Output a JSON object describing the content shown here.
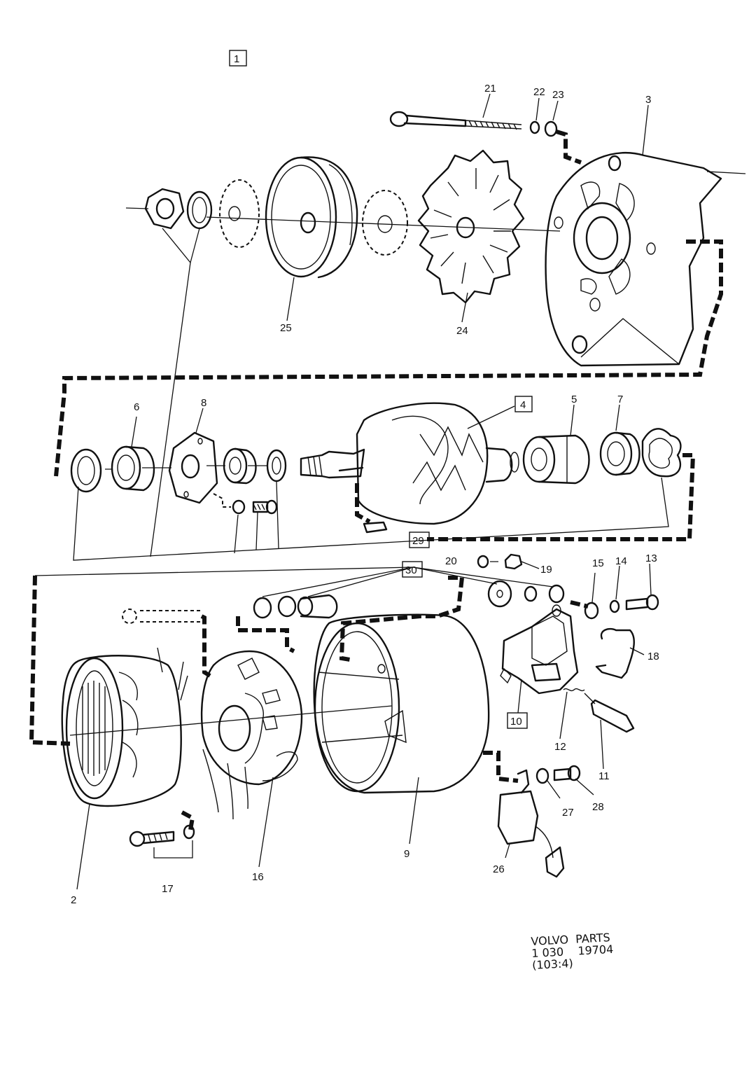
{
  "diagram": {
    "group_label": "1",
    "part_labels": {
      "p2": "2",
      "p3": "3",
      "p5": "5",
      "p6": "6",
      "p7": "7",
      "p8": "8",
      "p9": "9",
      "p11": "11",
      "p12": "12",
      "p13": "13",
      "p14": "14",
      "p15": "15",
      "p16": "16",
      "p17": "17",
      "p18": "18",
      "p19": "19",
      "p20": "20",
      "p21": "21",
      "p22": "22",
      "p23": "23",
      "p24": "24",
      "p25": "25",
      "p26": "26",
      "p27": "27",
      "p28": "28"
    },
    "boxed_labels": {
      "b4": "4",
      "b10": "10",
      "b29": "29",
      "b30": "30"
    }
  },
  "footer": {
    "line1": "VOLVO  PARTS",
    "line2_left": "1 030",
    "line2_right": "19704",
    "line3": "(103:4)"
  }
}
